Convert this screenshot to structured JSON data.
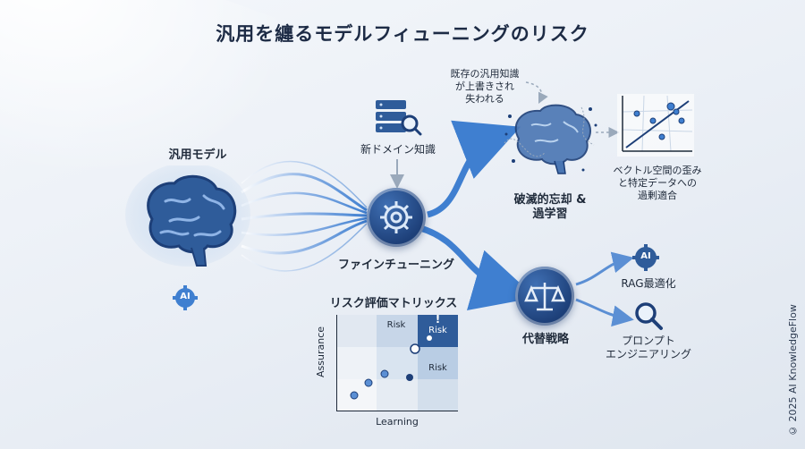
{
  "title": "汎用を纏るモデルフィューニングのリスク",
  "general_model": {
    "label": "汎用モデル",
    "badge": "AI"
  },
  "domain_knowledge": {
    "label": "新ドメイン知識"
  },
  "fine_tuning": {
    "label": "ファインチューニング"
  },
  "forgetting_note": {
    "lines": [
      "既存の汎用知識",
      "が上書きされ",
      "失われる"
    ]
  },
  "catastrophic": {
    "lines": [
      "破滅的忘却 &",
      "過学習"
    ]
  },
  "vector": {
    "lines": [
      "ベクトル空間の歪み",
      "と特定データへの",
      "過剰適合"
    ]
  },
  "alternatives": {
    "label": "代替戦略"
  },
  "rag": {
    "badge": "AI",
    "label": "RAG最適化"
  },
  "prompt": {
    "lines": [
      "プロンプト",
      "エンジニアリング"
    ]
  },
  "matrix": {
    "title": "リスク評価マトリックス",
    "xlabel": "Learning",
    "ylabel": "Assurance",
    "cells": {
      "top_mid": "Risk",
      "top_right": "Risk",
      "mid_right": "Risk",
      "alert": "!"
    }
  },
  "copyright": "© 2025 AI KnowledgeFlow",
  "colors": {
    "primary": "#1d3f78",
    "accent": "#3f7fd0",
    "light": "#b9d2ee"
  }
}
